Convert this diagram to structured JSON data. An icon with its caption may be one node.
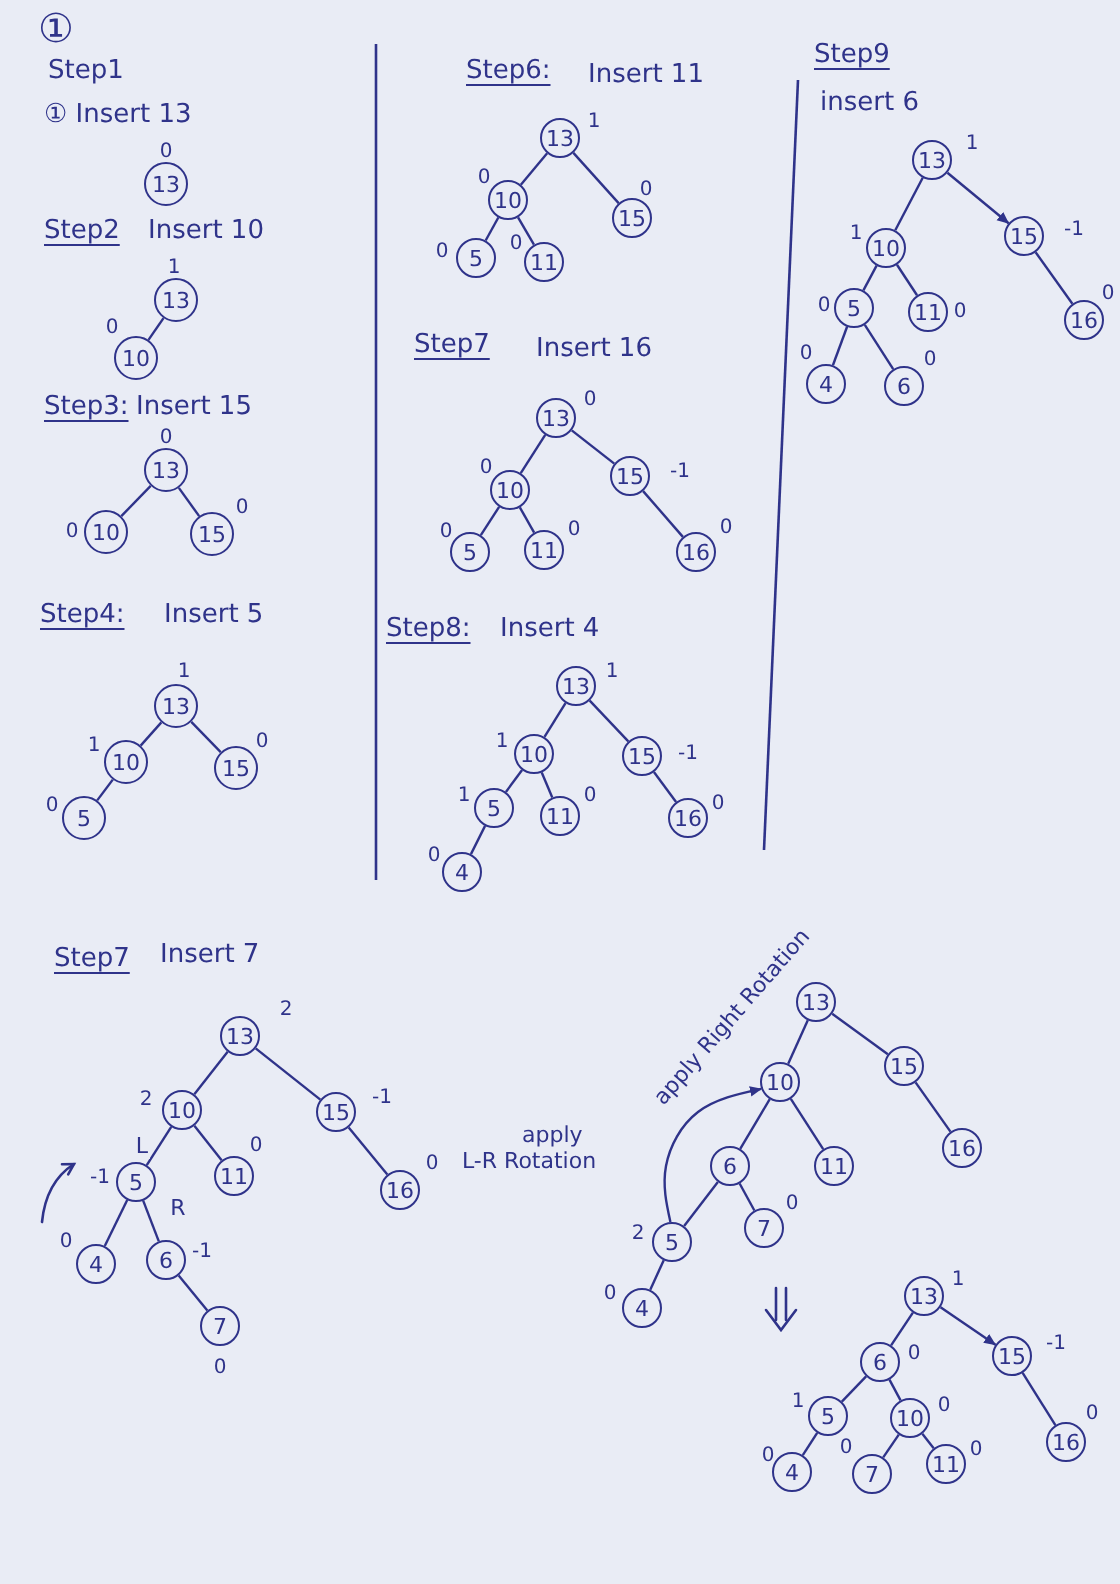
{
  "diagram": {
    "nodes": [
      {
        "text": [
          "13"
        ],
        "beside": [
          "0"
        ]
      },
      {
        "text": [
          "13"
        ],
        "beside": [
          "1"
        ]
      },
      {
        "text": [
          "10"
        ],
        "beside": [
          "0"
        ]
      },
      {
        "text": [
          "13"
        ],
        "beside": [
          "0"
        ]
      },
      {
        "text": [
          "10"
        ],
        "beside": [
          "0"
        ]
      },
      {
        "text": [
          "15"
        ],
        "beside": [
          "0"
        ]
      },
      {
        "text": [
          "13"
        ],
        "beside": [
          "1"
        ]
      },
      {
        "text": [
          "10"
        ],
        "beside": [
          "1"
        ]
      },
      {
        "text": [
          "15"
        ],
        "beside": [
          "0"
        ]
      },
      {
        "text": [
          "5"
        ],
        "beside": [
          "0"
        ]
      },
      {
        "text": [
          "13"
        ],
        "beside": [
          "1"
        ]
      },
      {
        "text": [
          "10"
        ],
        "beside": [
          "0"
        ]
      },
      {
        "text": [
          "15"
        ],
        "beside": [
          "0"
        ]
      },
      {
        "text": [
          "5"
        ],
        "beside": [
          "0"
        ]
      },
      {
        "text": [
          "11"
        ],
        "beside": [
          "0"
        ]
      },
      {
        "text": [
          "13"
        ],
        "beside": [
          "0"
        ]
      },
      {
        "text": [
          "10"
        ],
        "beside": [
          "0"
        ]
      },
      {
        "text": [
          "15"
        ],
        "beside": [
          "-1"
        ]
      },
      {
        "text": [
          "5"
        ],
        "beside": [
          "0"
        ]
      },
      {
        "text": [
          "11"
        ],
        "beside": [
          "0"
        ]
      },
      {
        "text": [
          "16"
        ],
        "beside": [
          "0"
        ]
      },
      {
        "text": [
          "13"
        ],
        "beside": [
          "1"
        ]
      },
      {
        "text": [
          "10"
        ],
        "beside": [
          "1"
        ]
      },
      {
        "text": [
          "15"
        ],
        "beside": [
          "-1"
        ]
      },
      {
        "text": [
          "5"
        ],
        "beside": [
          "1"
        ]
      },
      {
        "text": [
          "11"
        ],
        "beside": [
          "0"
        ]
      },
      {
        "text": [
          "16"
        ],
        "beside": [
          "0"
        ]
      },
      {
        "text": [
          "4"
        ],
        "beside": [
          "0"
        ]
      },
      {
        "text": [
          "13"
        ],
        "beside": [
          "1"
        ]
      },
      {
        "text": [
          "10"
        ],
        "beside": [
          "1"
        ]
      },
      {
        "text": [
          "15"
        ],
        "beside": [
          "-1"
        ]
      },
      {
        "text": [
          "5"
        ],
        "beside": [
          "0"
        ]
      },
      {
        "text": [
          "11"
        ],
        "beside": [
          "0"
        ]
      },
      {
        "text": [
          "16"
        ],
        "beside": [
          "0"
        ]
      },
      {
        "text": [
          "4"
        ],
        "beside": [
          "0"
        ]
      },
      {
        "text": [
          "6"
        ],
        "beside": [
          "0"
        ]
      },
      {
        "text": [
          "13"
        ],
        "beside": [
          "2"
        ]
      },
      {
        "text": [
          "10"
        ],
        "beside": [
          "2"
        ]
      },
      {
        "text": [
          "15"
        ],
        "beside": [
          "-1"
        ]
      },
      {
        "text": [
          "5"
        ],
        "beside": [
          "-1"
        ]
      },
      {
        "text": [
          "11"
        ],
        "beside": [
          "0"
        ]
      },
      {
        "text": [
          "16"
        ],
        "beside": [
          "0"
        ]
      },
      {
        "text": [
          "4"
        ],
        "beside": [
          "0"
        ]
      },
      {
        "text": [
          "6"
        ],
        "beside": [
          "-1"
        ]
      },
      {
        "text": [
          "7"
        ],
        "beside": [
          "0"
        ]
      },
      {
        "text": [
          "13"
        ]
      },
      {
        "text": [
          "10"
        ]
      },
      {
        "text": [
          "15"
        ]
      },
      {
        "text": [
          "6"
        ]
      },
      {
        "text": [
          "11"
        ]
      },
      {
        "text": [
          "16"
        ]
      },
      {
        "text": [
          "5"
        ],
        "beside": [
          "2"
        ]
      },
      {
        "text": [
          "7"
        ],
        "beside": [
          "0"
        ]
      },
      {
        "text": [
          "4"
        ],
        "beside": [
          "0"
        ]
      },
      {
        "text": [
          "13"
        ],
        "beside": [
          "1"
        ]
      },
      {
        "text": [
          "6"
        ],
        "beside": [
          "0"
        ]
      },
      {
        "text": [
          "15"
        ],
        "beside": [
          "-1"
        ]
      },
      {
        "text": [
          "5"
        ],
        "beside": [
          "1"
        ]
      },
      {
        "text": [
          "10"
        ],
        "beside": [
          "0"
        ]
      },
      {
        "text": [
          "16"
        ],
        "beside": [
          "0"
        ]
      },
      {
        "text": [
          "4"
        ],
        "beside": [
          "0"
        ]
      },
      {
        "text": [
          "7"
        ],
        "beside": [
          "0"
        ]
      },
      {
        "text": [
          "11"
        ],
        "beside": [
          "0"
        ]
      }
    ],
    "edges": [
      {
        "from": 1,
        "to": 2,
        "arrow": "none"
      },
      {
        "from": 3,
        "to": 4,
        "arrow": "none"
      },
      {
        "from": 3,
        "to": 5,
        "arrow": "none"
      },
      {
        "from": 6,
        "to": 7,
        "arrow": "none"
      },
      {
        "from": 6,
        "to": 8,
        "arrow": "none"
      },
      {
        "from": 7,
        "to": 9,
        "arrow": "none"
      },
      {
        "from": 10,
        "to": 11,
        "arrow": "none"
      },
      {
        "from": 10,
        "to": 12,
        "arrow": "none"
      },
      {
        "from": 11,
        "to": 13,
        "arrow": "none"
      },
      {
        "from": 11,
        "to": 14,
        "arrow": "none"
      },
      {
        "from": 15,
        "to": 16,
        "arrow": "none"
      },
      {
        "from": 15,
        "to": 17,
        "arrow": "none"
      },
      {
        "from": 16,
        "to": 18,
        "arrow": "none"
      },
      {
        "from": 16,
        "to": 19,
        "arrow": "none"
      },
      {
        "from": 17,
        "to": 20,
        "arrow": "none"
      },
      {
        "from": 21,
        "to": 22,
        "arrow": "none"
      },
      {
        "from": 21,
        "to": 23,
        "arrow": "none"
      },
      {
        "from": 22,
        "to": 24,
        "arrow": "none"
      },
      {
        "from": 22,
        "to": 25,
        "arrow": "none"
      },
      {
        "from": 23,
        "to": 26,
        "arrow": "none"
      },
      {
        "from": 24,
        "to": 27,
        "arrow": "none"
      },
      {
        "from": 28,
        "to": 29,
        "arrow": "none"
      },
      {
        "from": 28,
        "to": 30,
        "arrow": "to"
      },
      {
        "from": 29,
        "to": 31,
        "arrow": "none"
      },
      {
        "from": 29,
        "to": 32,
        "arrow": "none"
      },
      {
        "from": 30,
        "to": 33,
        "arrow": "none"
      },
      {
        "from": 31,
        "to": 34,
        "arrow": "none"
      },
      {
        "from": 31,
        "to": 35,
        "arrow": "none"
      },
      {
        "from": 36,
        "to": 37,
        "arrow": "none"
      },
      {
        "from": 36,
        "to": 38,
        "arrow": "none"
      },
      {
        "from": 37,
        "to": 39,
        "arrow": "none",
        "label": "L"
      },
      {
        "from": 37,
        "to": 40,
        "arrow": "none"
      },
      {
        "from": 38,
        "to": 41,
        "arrow": "none"
      },
      {
        "from": 39,
        "to": 42,
        "arrow": "none"
      },
      {
        "from": 39,
        "to": 43,
        "arrow": "none",
        "label": "R"
      },
      {
        "from": 43,
        "to": 44,
        "arrow": "none"
      },
      {
        "from": 45,
        "to": 46,
        "arrow": "none"
      },
      {
        "from": 45,
        "to": 47,
        "arrow": "none"
      },
      {
        "from": 46,
        "to": 48,
        "arrow": "none"
      },
      {
        "from": 46,
        "to": 49,
        "arrow": "none"
      },
      {
        "from": 47,
        "to": 50,
        "arrow": "none"
      },
      {
        "from": 48,
        "to": 51,
        "arrow": "none"
      },
      {
        "from": 48,
        "to": 52,
        "arrow": "none"
      },
      {
        "from": 51,
        "to": 53,
        "arrow": "none"
      },
      {
        "from": 51,
        "to": 46,
        "arrow": "to",
        "label": "apply Right Rotation"
      },
      {
        "from": 54,
        "to": 55,
        "arrow": "none"
      },
      {
        "from": 54,
        "to": 56,
        "arrow": "to"
      },
      {
        "from": 55,
        "to": 57,
        "arrow": "none"
      },
      {
        "from": 55,
        "to": 58,
        "arrow": "none"
      },
      {
        "from": 56,
        "to": 59,
        "arrow": "none"
      },
      {
        "from": 57,
        "to": 60,
        "arrow": "none"
      },
      {
        "from": 58,
        "to": 61,
        "arrow": "none"
      },
      {
        "from": 58,
        "to": 62,
        "arrow": "none"
      }
    ],
    "labels": [
      "①",
      "Step1",
      "① Insert 13",
      "Step2",
      "Insert 10",
      "Step3:",
      "Insert 15",
      "Step4:",
      "Insert 5",
      "Step6:",
      "Insert 11",
      "Step7",
      "Insert 16",
      "Step8:",
      "Insert 4",
      "Step9",
      "insert 6",
      "Step7",
      "Insert 7",
      "apply L-R Rotation"
    ]
  }
}
